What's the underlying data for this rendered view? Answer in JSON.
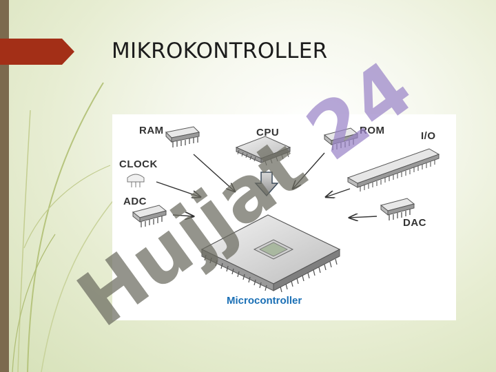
{
  "slide": {
    "title": "MIKROKONTROLLER"
  },
  "diagram": {
    "labels": {
      "ram": "RAM",
      "cpu": "CPU",
      "rom": "ROM",
      "io": "I/O",
      "clock": "CLOCK",
      "adc": "ADC",
      "dac": "DAC",
      "microcontroller": "Microcontroller"
    }
  },
  "watermark": {
    "text": "Hujjat 24"
  },
  "colors": {
    "accent_arrow": "#a32f17",
    "left_bar": "#7c6a4e",
    "mc_label": "#1a6fb5",
    "wm_gray": "#6b6b5f",
    "wm_purple": "#9a84c8"
  }
}
